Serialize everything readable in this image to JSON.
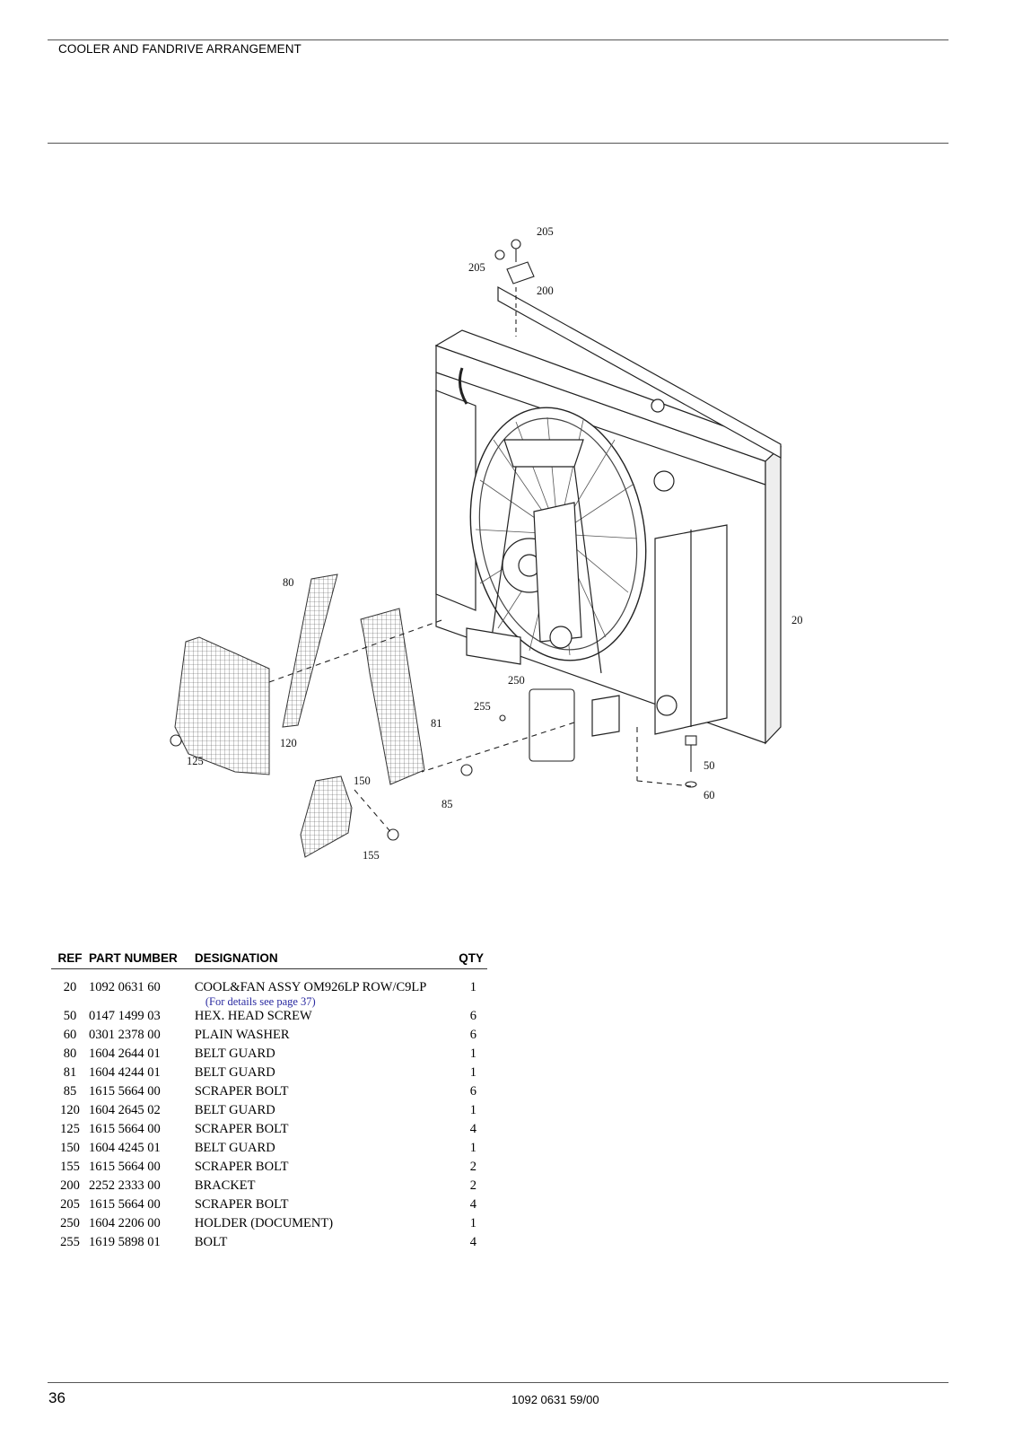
{
  "header": {
    "title": "COOLER AND FANDRIVE ARRANGEMENT"
  },
  "figure": {
    "callouts": [
      "205",
      "205",
      "200",
      "20",
      "80",
      "120",
      "125",
      "81",
      "85",
      "150",
      "155",
      "250",
      "255",
      "50",
      "60"
    ]
  },
  "table": {
    "headers": {
      "ref": "REF",
      "part_number": "PART NUMBER",
      "designation": "DESIGNATION",
      "qty": "QTY"
    },
    "rows": [
      {
        "ref": "20",
        "part_number": "1092 0631 60",
        "designation": "COOL&FAN ASSY OM926LP ROW/C9LP",
        "qty": "1",
        "note": "(For details see page 37)"
      },
      {
        "ref": "50",
        "part_number": "0147 1499 03",
        "designation": "HEX. HEAD SCREW",
        "qty": "6"
      },
      {
        "ref": "60",
        "part_number": "0301 2378 00",
        "designation": "PLAIN WASHER",
        "qty": "6"
      },
      {
        "ref": "80",
        "part_number": "1604 2644 01",
        "designation": "BELT GUARD",
        "qty": "1"
      },
      {
        "ref": "81",
        "part_number": "1604 4244 01",
        "designation": "BELT GUARD",
        "qty": "1"
      },
      {
        "ref": "85",
        "part_number": "1615 5664 00",
        "designation": "SCRAPER BOLT",
        "qty": "6"
      },
      {
        "ref": "120",
        "part_number": "1604 2645 02",
        "designation": "BELT GUARD",
        "qty": "1"
      },
      {
        "ref": "125",
        "part_number": "1615 5664 00",
        "designation": "SCRAPER BOLT",
        "qty": "4"
      },
      {
        "ref": "150",
        "part_number": "1604 4245 01",
        "designation": "BELT GUARD",
        "qty": "1"
      },
      {
        "ref": "155",
        "part_number": "1615 5664 00",
        "designation": "SCRAPER BOLT",
        "qty": "2"
      },
      {
        "ref": "200",
        "part_number": "2252 2333 00",
        "designation": "BRACKET",
        "qty": "2"
      },
      {
        "ref": "205",
        "part_number": "1615 5664 00",
        "designation": "SCRAPER BOLT",
        "qty": "4"
      },
      {
        "ref": "250",
        "part_number": "1604 2206 00",
        "designation": "HOLDER (DOCUMENT)",
        "qty": "1"
      },
      {
        "ref": "255",
        "part_number": "1619 5898 01",
        "designation": "BOLT",
        "qty": "4"
      }
    ]
  },
  "footer": {
    "page_number": "36",
    "doc_number": "1092 0631 59/00"
  }
}
